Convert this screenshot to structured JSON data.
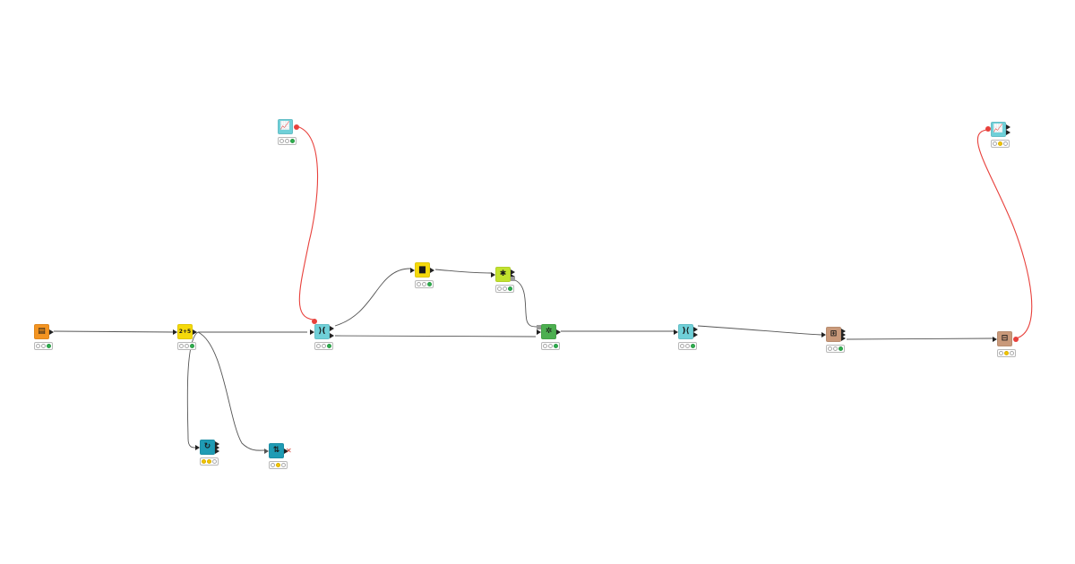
{
  "workflow": {
    "nodes": [
      {
        "id": "n1",
        "kind": "reader",
        "icon": "table-reader-icon",
        "glyph": "▤",
        "color": "#f39422",
        "status": [
          "off",
          "off",
          "green"
        ]
      },
      {
        "id": "n2",
        "kind": "math-formula",
        "icon": "math-formula-icon",
        "glyph": "2+5",
        "color": "#f5d90a",
        "status": [
          "off",
          "off",
          "green"
        ]
      },
      {
        "id": "n3",
        "kind": "loop-start",
        "icon": "loop-start-icon",
        "glyph": "↻",
        "color": "#1f9bb4",
        "status": [
          "yellow",
          "yellow",
          "off"
        ]
      },
      {
        "id": "n4",
        "kind": "parameter-optimization",
        "icon": "parameter-icon",
        "glyph": "⇅",
        "color": "#1f9bb4",
        "status": [
          "off",
          "yellow",
          "off"
        ]
      },
      {
        "id": "n5",
        "kind": "line-plot",
        "icon": "line-plot-icon",
        "glyph": "📈",
        "color": "#6fd0d8",
        "status": [
          "off",
          "off",
          "green"
        ]
      },
      {
        "id": "n6",
        "kind": "loop-start-pipe",
        "icon": "loop-pipe-icon",
        "glyph": "⟩(",
        "color": "#6fd0d8",
        "status": [
          "off",
          "off",
          "green"
        ]
      },
      {
        "id": "n7",
        "kind": "bar-chart",
        "icon": "bar-chart-icon",
        "glyph": "▆",
        "color": "#f5d90a",
        "status": [
          "off",
          "off",
          "green"
        ]
      },
      {
        "id": "n8",
        "kind": "learner",
        "icon": "learner-icon",
        "glyph": "✱",
        "color": "#c2e22e",
        "status": [
          "off",
          "off",
          "green"
        ]
      },
      {
        "id": "n9",
        "kind": "predictor",
        "icon": "predictor-icon",
        "glyph": "✲",
        "color": "#4caf50",
        "status": [
          "off",
          "off",
          "green"
        ]
      },
      {
        "id": "n10",
        "kind": "loop-end",
        "icon": "loop-end-icon",
        "glyph": ")⟨",
        "color": "#6fd0d8",
        "status": [
          "off",
          "off",
          "green"
        ]
      },
      {
        "id": "n11",
        "kind": "scorer",
        "icon": "scorer-icon",
        "glyph": "⊞",
        "color": "#c9997a",
        "status": [
          "off",
          "off",
          "green"
        ]
      },
      {
        "id": "n12",
        "kind": "output",
        "icon": "output-icon",
        "glyph": "⊟",
        "color": "#c9997a",
        "status": [
          "off",
          "yellow",
          "off"
        ]
      },
      {
        "id": "n13",
        "kind": "line-plot",
        "icon": "line-plot-icon",
        "glyph": "📈",
        "color": "#6fd0d8",
        "status": [
          "off",
          "yellow",
          "off"
        ]
      }
    ],
    "colors": {
      "edge_default": "#555555",
      "edge_flow": "#e8413c",
      "status_green": "#2fae4e",
      "status_yellow": "#f2c500"
    }
  }
}
